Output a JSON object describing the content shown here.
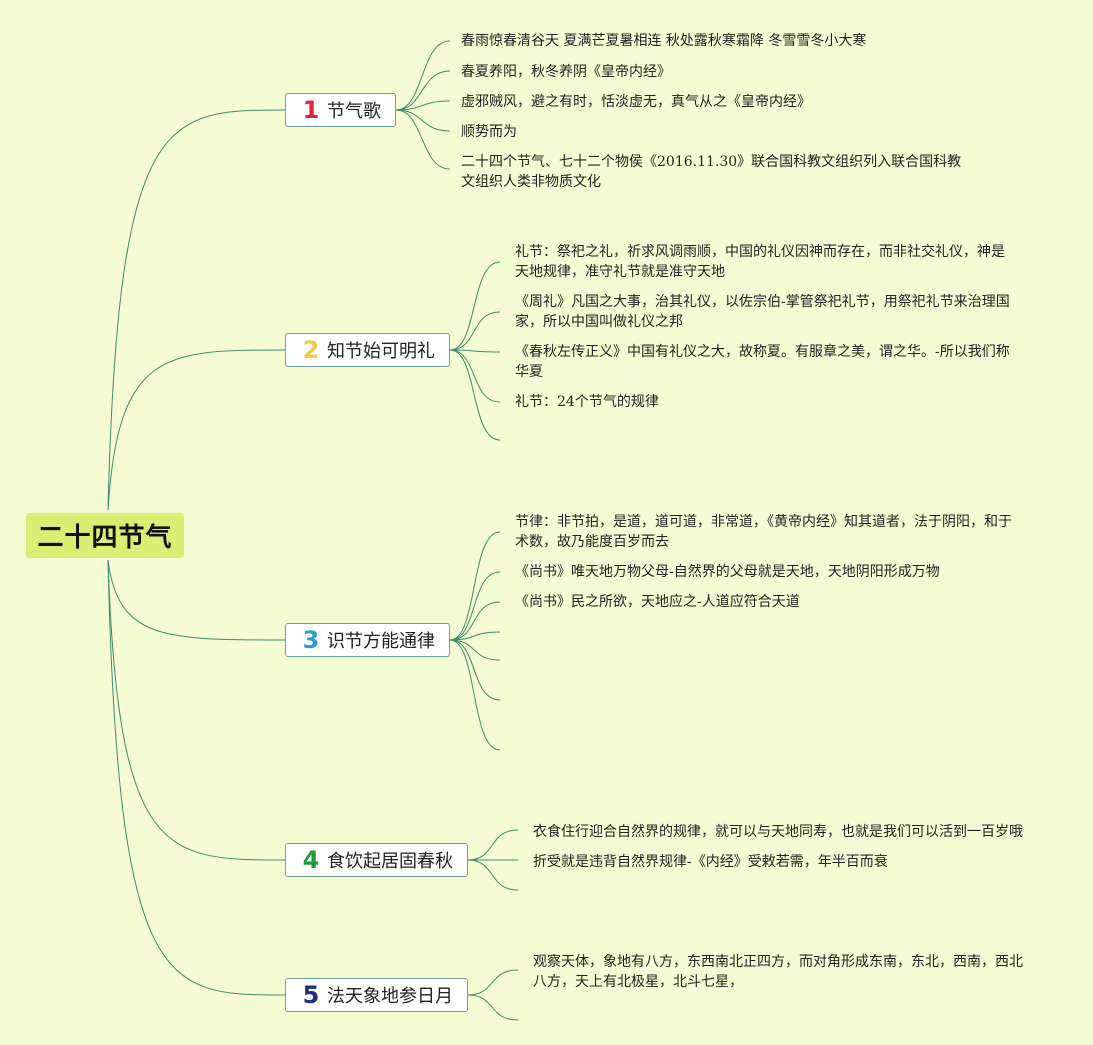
{
  "root": {
    "label": "二十四节气"
  },
  "colors": {
    "line": "#3d8c6e",
    "background": "#f5fbd2",
    "root_fill": "#d9ee72",
    "branch_border": "#6aa39a"
  },
  "branches": [
    {
      "num": "1",
      "num_color": "#e0233f",
      "label": "节气歌",
      "items": [
        "春雨惊春清谷天 夏满芒夏暑相连 秋处露秋寒霜降 冬雪雪冬小大寒",
        "春夏养阳，秋冬养阴《皇帝内经》",
        "虚邪贼风，避之有时，恬淡虚无，真气从之《皇帝内经》",
        "顺势而为",
        "二十四个节气、七十二个物侯《2016.11.30》联合国科教文组织列入联合国科教文组织人类非物质文化"
      ]
    },
    {
      "num": "2",
      "num_color": "#f3c948",
      "label": "知节始可明礼",
      "items": [
        "礼节：祭祀之礼，祈求风调雨顺，中国的礼仪因神而存在，而非社交礼仪，神是天地规律，准守礼节就是准守天地",
        "《周礼》凡国之大事，治其礼仪，以佐宗伯-掌管祭祀礼节，用祭祀礼节来治理国家，所以中国叫做礼仪之邦",
        "《春秋左传正义》中国有礼仪之大，故称夏。有服章之美，谓之华。-所以我们称华夏",
        "礼节：24个节气的规律"
      ]
    },
    {
      "num": "3",
      "num_color": "#2e9bd6",
      "label": "识节方能通律",
      "items": [
        "节律：非节拍，是道，道可道，非常道，《黄帝内经》知其道者，法于阴阳，和于术数，故乃能度百岁而去",
        "《尚书》唯天地万物父母-自然界的父母就是天地，天地阴阳形成万物",
        "《尚书》民之所欲，天地应之-人道应符合天道"
      ]
    },
    {
      "num": "4",
      "num_color": "#1f9a3a",
      "label": "食饮起居固春秋",
      "items": [
        "衣食住行迎合自然界的规律，就可以与天地同寿，也就是我们可以活到一百岁哦",
        "折受就是违背自然界规律-《内经》受敕若需，年半百而衰"
      ]
    },
    {
      "num": "5",
      "num_color": "#1c2f7a",
      "label": "法天象地参日月",
      "items": [
        "观察天体，象地有八方，东西南北正四方，而对角形成东南，东北，西南，西北八方，天上有北极星，北斗七星，"
      ]
    }
  ]
}
